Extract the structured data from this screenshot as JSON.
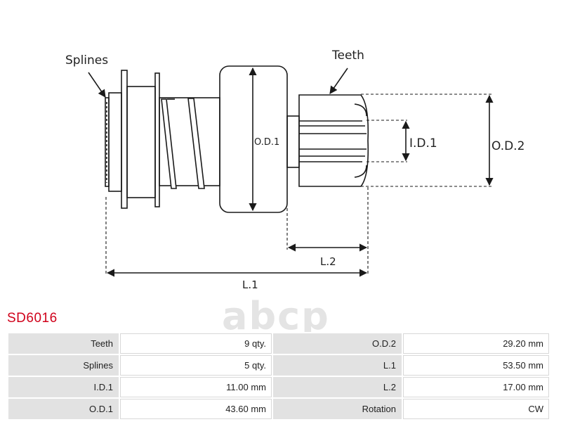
{
  "diagram": {
    "labels": {
      "splines": "Splines",
      "teeth": "Teeth",
      "od1": "O.D.1",
      "id1": "I.D.1",
      "od2": "O.D.2",
      "l2": "L.2",
      "l1": "L.1"
    }
  },
  "part_number": "SD6016",
  "watermark": "abcp",
  "specs": {
    "rows": [
      {
        "k1": "Teeth",
        "v1": "9 qty.",
        "k2": "O.D.2",
        "v2": "29.20 mm"
      },
      {
        "k1": "Splines",
        "v1": "5 qty.",
        "k2": "L.1",
        "v2": "53.50 mm"
      },
      {
        "k1": "I.D.1",
        "v1": "11.00 mm",
        "k2": "L.2",
        "v2": "17.00 mm"
      },
      {
        "k1": "O.D.1",
        "v1": "43.60 mm",
        "k2": "Rotation",
        "v2": "CW"
      }
    ]
  },
  "colors": {
    "accent": "#d0021b",
    "line": "#1a1a1a",
    "table_label_bg": "#e2e2e2"
  }
}
